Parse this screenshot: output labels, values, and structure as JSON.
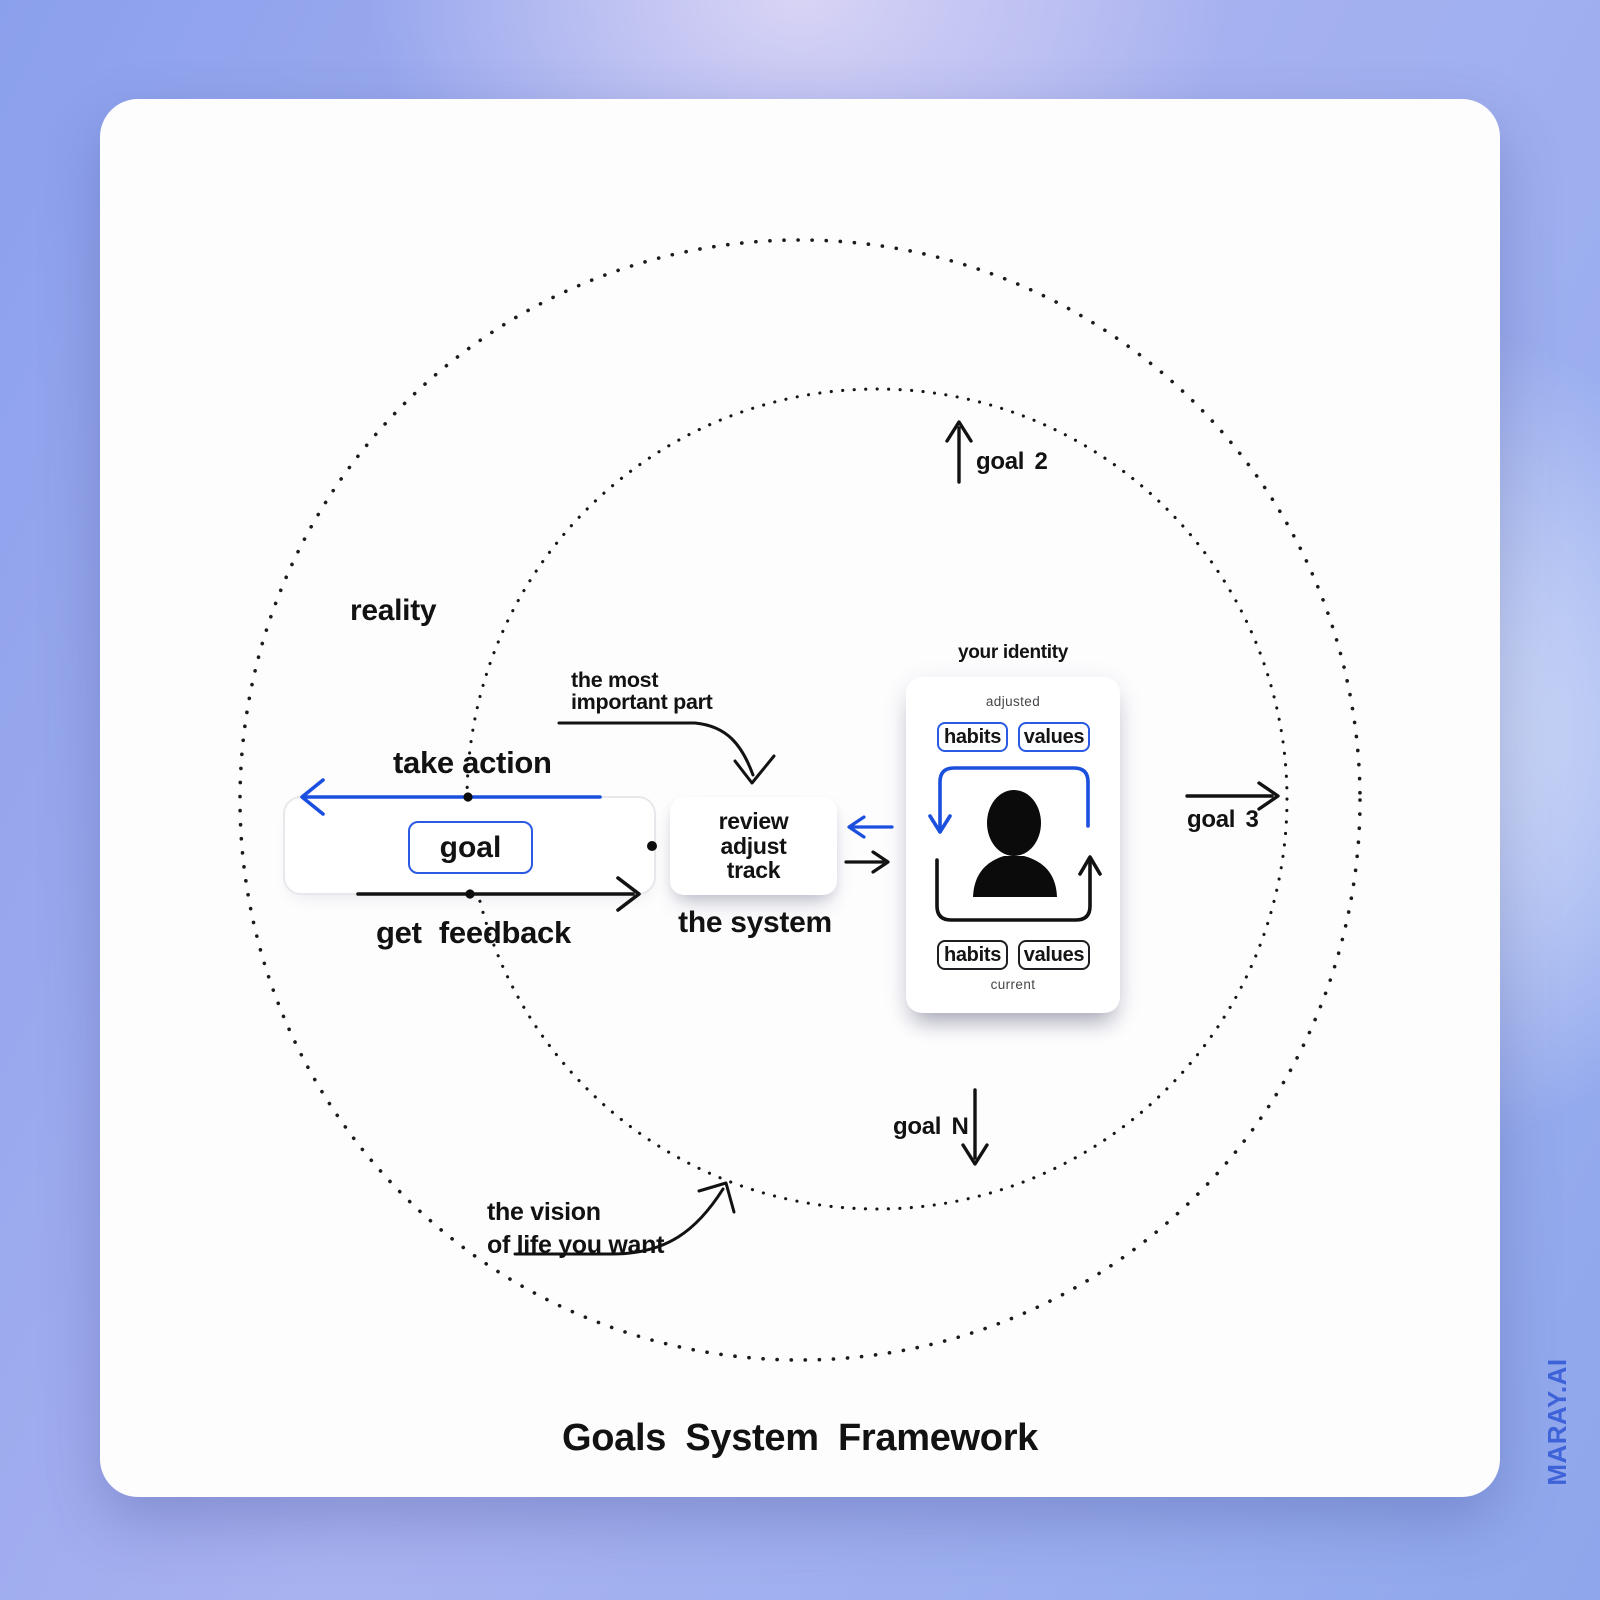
{
  "title": "Goals System Framework",
  "brand": {
    "label": "MARAY.AI",
    "color": "#3E63D9"
  },
  "labels": {
    "reality": "reality",
    "take_action": "take action",
    "goal": "goal",
    "get_feedback": "get feedback",
    "the_system": "the system",
    "your_identity": "your identity"
  },
  "annotations": {
    "most_important": [
      "the most",
      "important part"
    ],
    "vision": [
      "the vision",
      "of life you want"
    ]
  },
  "system_box": {
    "lines": [
      "review",
      "adjust",
      "track"
    ]
  },
  "identity_card": {
    "top_label": "adjusted",
    "bottom_label": "current",
    "chips": [
      "habits",
      "values"
    ]
  },
  "orbit_goals": {
    "goal2": "goal 2",
    "goal3": "goal 3",
    "goalN": "goal N"
  },
  "colors": {
    "accent_blue": "#1B4FDE",
    "chip_border_blue": "#2B5BE2",
    "brand_blue": "#3E63D9",
    "ink": "#121212",
    "card_bg": "#FDFDFE"
  }
}
